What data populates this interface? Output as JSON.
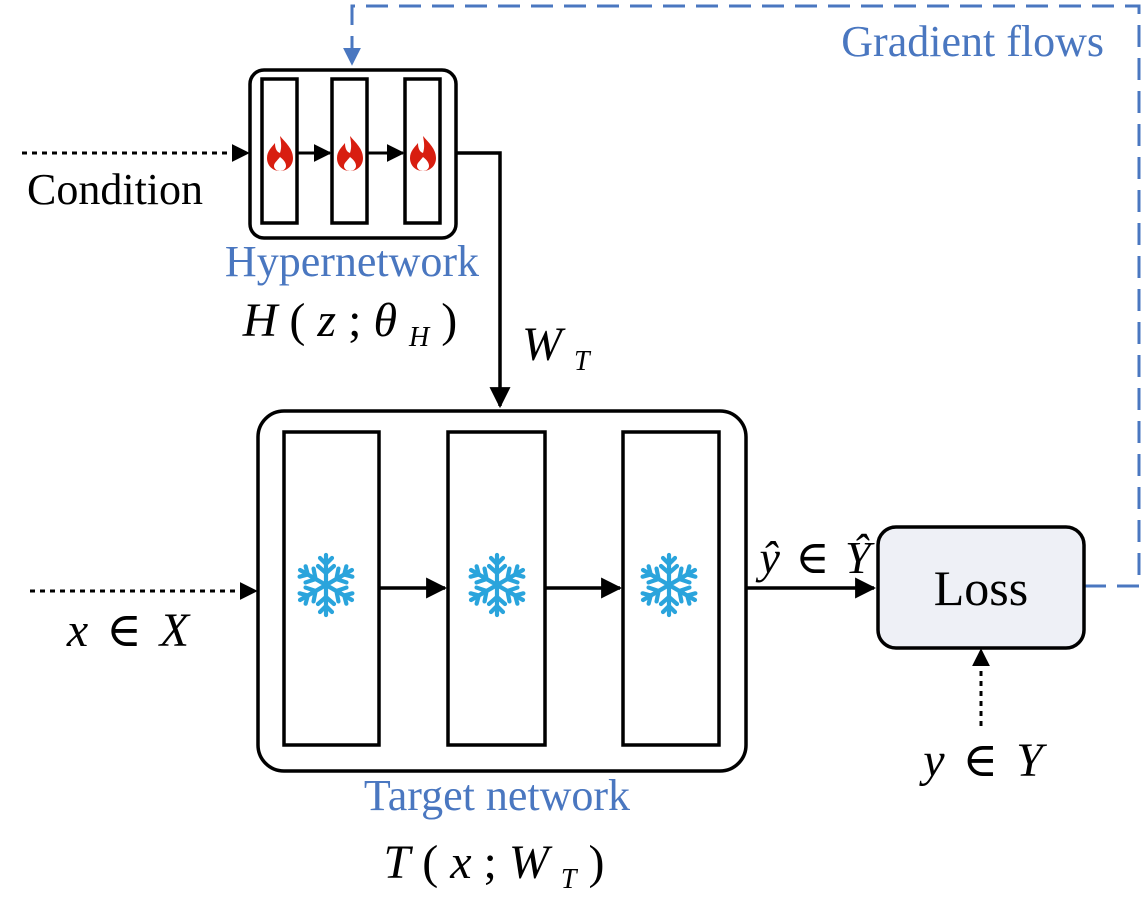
{
  "colors": {
    "accent_blue": "#4a77c0",
    "flame_red": "#d81e10",
    "snow_blue": "#2aa4dc",
    "loss_fill": "#eef0f6",
    "ink": "#000000"
  },
  "gradient": {
    "label": "Gradient flows"
  },
  "hypernetwork": {
    "title": "Hypernetwork",
    "formula": {
      "func": "H",
      "open": "(",
      "arg": "z",
      "sep": ";",
      "param": "θ",
      "param_sub": "H",
      "close": ")"
    },
    "icons": [
      "flame-icon",
      "flame-icon",
      "flame-icon"
    ]
  },
  "condition": {
    "label": "Condition"
  },
  "weights": {
    "symbol": "W",
    "sub": "T"
  },
  "target_network": {
    "title": "Target network",
    "formula": {
      "func": "T",
      "open": "(",
      "arg": "x",
      "sep": ";",
      "param": "W",
      "param_sub": "T",
      "close": ")"
    },
    "icons": [
      "snowflake-icon",
      "snowflake-icon",
      "snowflake-icon"
    ]
  },
  "input": {
    "var": "x",
    "op": "∈",
    "set": "X"
  },
  "prediction": {
    "var": "ŷ",
    "op": "∈",
    "set": "Ŷ"
  },
  "ground_truth": {
    "var": "y",
    "op": "∈",
    "set": "Y"
  },
  "loss": {
    "label": "Loss"
  }
}
